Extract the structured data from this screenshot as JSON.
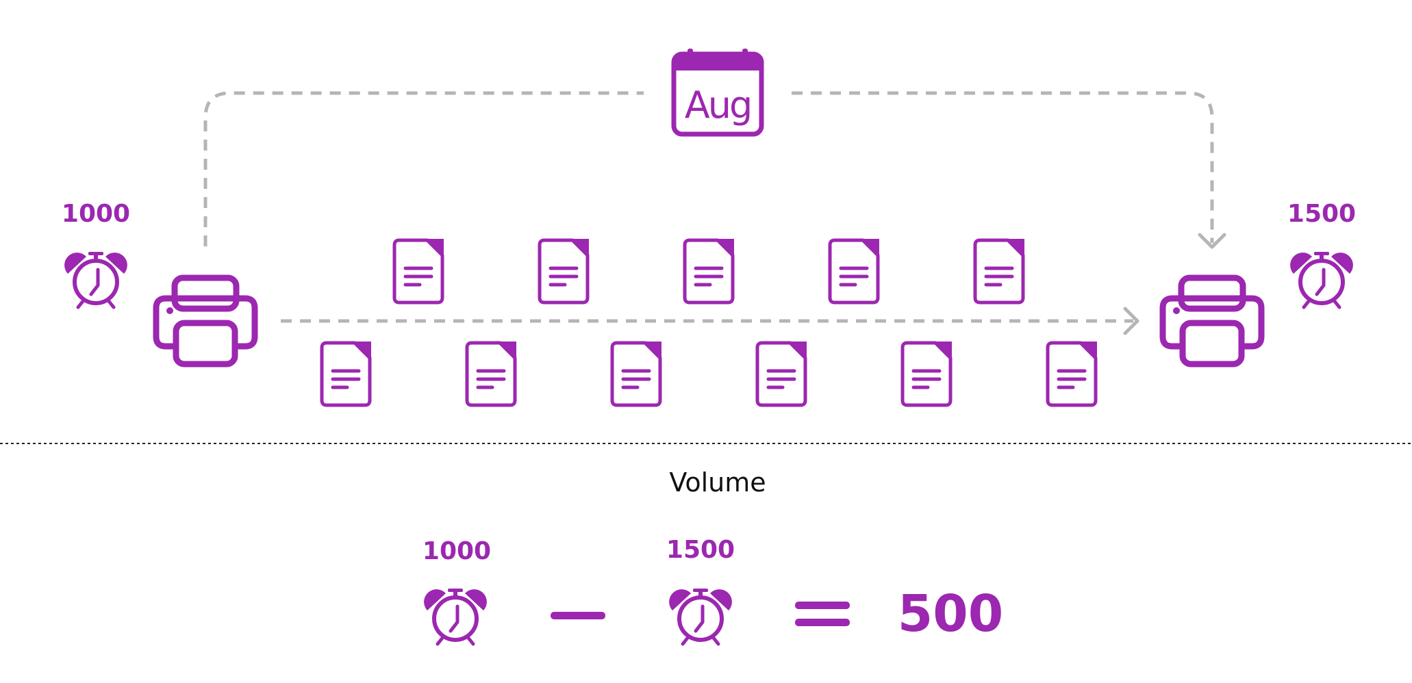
{
  "colors": {
    "accent": "#9c27b0",
    "connector": "#b5b5b5",
    "divider": "#222222"
  },
  "calendar": {
    "icon": "calendar-icon",
    "month": "Aug"
  },
  "left_printer": {
    "icon": "printer-icon",
    "count": "1000",
    "clock_icon": "alarm-clock-icon"
  },
  "right_printer": {
    "icon": "printer-icon",
    "count": "1500",
    "clock_icon": "alarm-clock-icon"
  },
  "documents": {
    "icon": "document-icon",
    "top_row_count": 5,
    "bottom_row_count": 6
  },
  "caption": "Volume",
  "equation": {
    "left_value": "1000",
    "operator": "minus-sign",
    "right_value": "1500",
    "equals": "equals-sign",
    "result": "500"
  }
}
